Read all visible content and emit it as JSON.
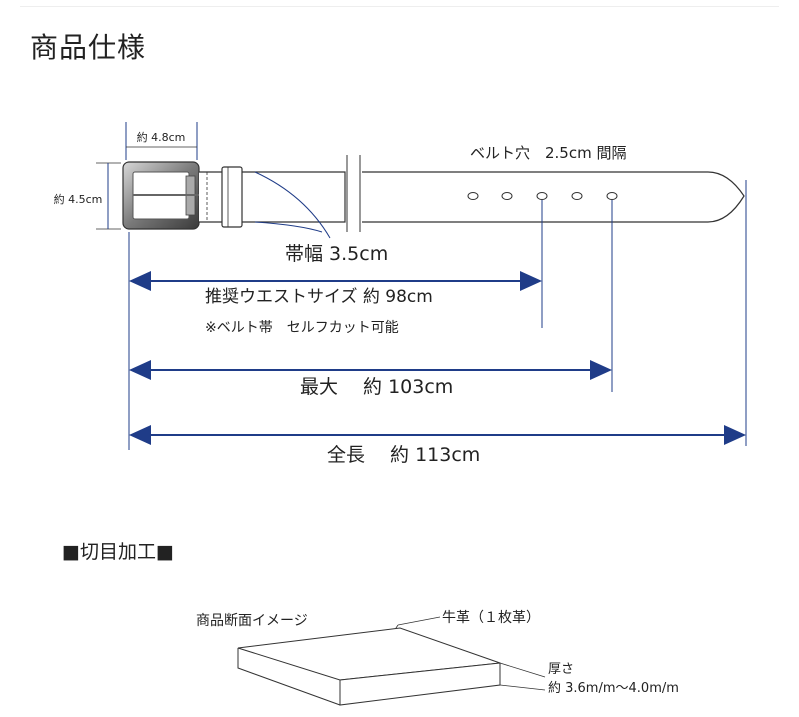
{
  "title": "商品仕様",
  "belt_diagram": {
    "buckle_width_label": "約 4.8cm",
    "buckle_height_label": "約 4.5cm",
    "hole_spacing_label": "ベルト穴　2.5cm 間隔",
    "strap_width_label": "帯幅 3.5cm",
    "recommended_waist_label": "推奨ウエストサイズ  約 98cm",
    "cut_note": "※ベルト帯　セルフカット可能",
    "max_label": "最大　 約 103cm",
    "total_label": "全長　 約 113cm",
    "colors": {
      "arrow": "#1f3c88",
      "outline": "#333333"
    }
  },
  "cut_section": {
    "heading": "■切目加工■",
    "image_label": "商品断面イメージ",
    "material_label": "牛革（１枚革）",
    "thickness_title": "厚さ",
    "thickness_value": "約 3.6m/m～4.0m/m"
  }
}
